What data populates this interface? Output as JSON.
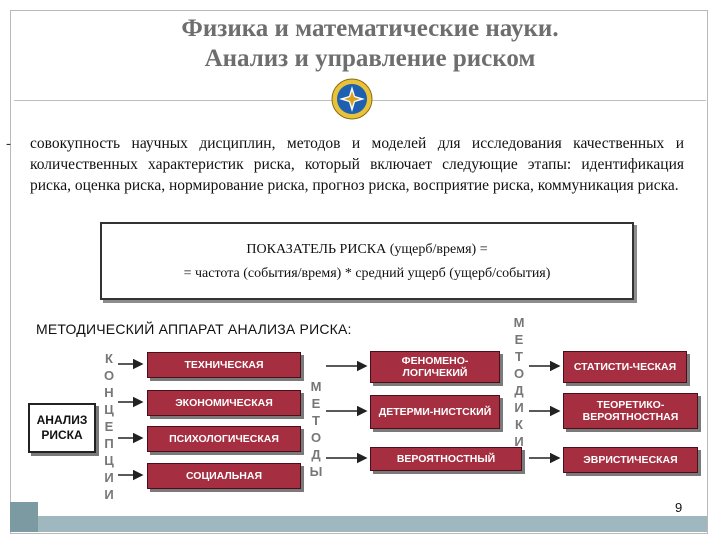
{
  "title": {
    "line1": "Физика и математические науки.",
    "line2": "Анализ и управление риском"
  },
  "definition": {
    "dash": "-",
    "text": "совокупность научных дисциплин, методов и моделей для исследования качественных и количественных характеристик риска, который включает следующие этапы: идентификация риска, оценка риска, нормирование риска, прогноз риска, восприятие риска, коммуникация риска."
  },
  "formula": {
    "line1": "ПОКАЗАТЕЛЬ РИСКА (ущерб/время) =",
    "line2": "= частота (события/время) * средний ущерб (ущерб/события)"
  },
  "method_title": "МЕТОДИЧЕСКИЙ АППАРАТ АНАЛИЗА РИСКА:",
  "root_box": "АНАЛИЗ РИСКА",
  "concepts_letters": [
    "К",
    "О",
    "Н",
    "Ц",
    "Е",
    "П",
    "Ц",
    "И",
    "И"
  ],
  "concepts": [
    "ТЕХНИЧЕСКАЯ",
    "ЭКОНОМИЧЕСКАЯ",
    "ПСИХОЛОГИЧЕСКАЯ",
    "СОЦИАЛЬНАЯ"
  ],
  "methods_letters": [
    "М",
    "Е",
    "Т",
    "О",
    "Д",
    "Ы"
  ],
  "methods": [
    "ФЕНОМЕНО-ЛОГИЧЕКИЙ",
    "ДЕТЕРМИ-НИСТСКИЙ",
    "ВЕРОЯТНОСТНЫЙ"
  ],
  "methodics_letters": [
    "М",
    "Е",
    "Т",
    "О",
    "Д",
    "И",
    "К",
    "И"
  ],
  "methodics": [
    "СТАТИСТИ-ЧЕСКАЯ",
    "ТЕОРЕТИКО-ВЕРОЯТНОСТНАЯ",
    "ЭВРИСТИЧЕСКАЯ"
  ],
  "page_number": "9",
  "colors": {
    "box_fill": "#a52f40",
    "accent_bar": "#9fb8bf",
    "title": "#6e6e6e"
  },
  "icons": {
    "emblem": "emergency-emblem-icon"
  }
}
